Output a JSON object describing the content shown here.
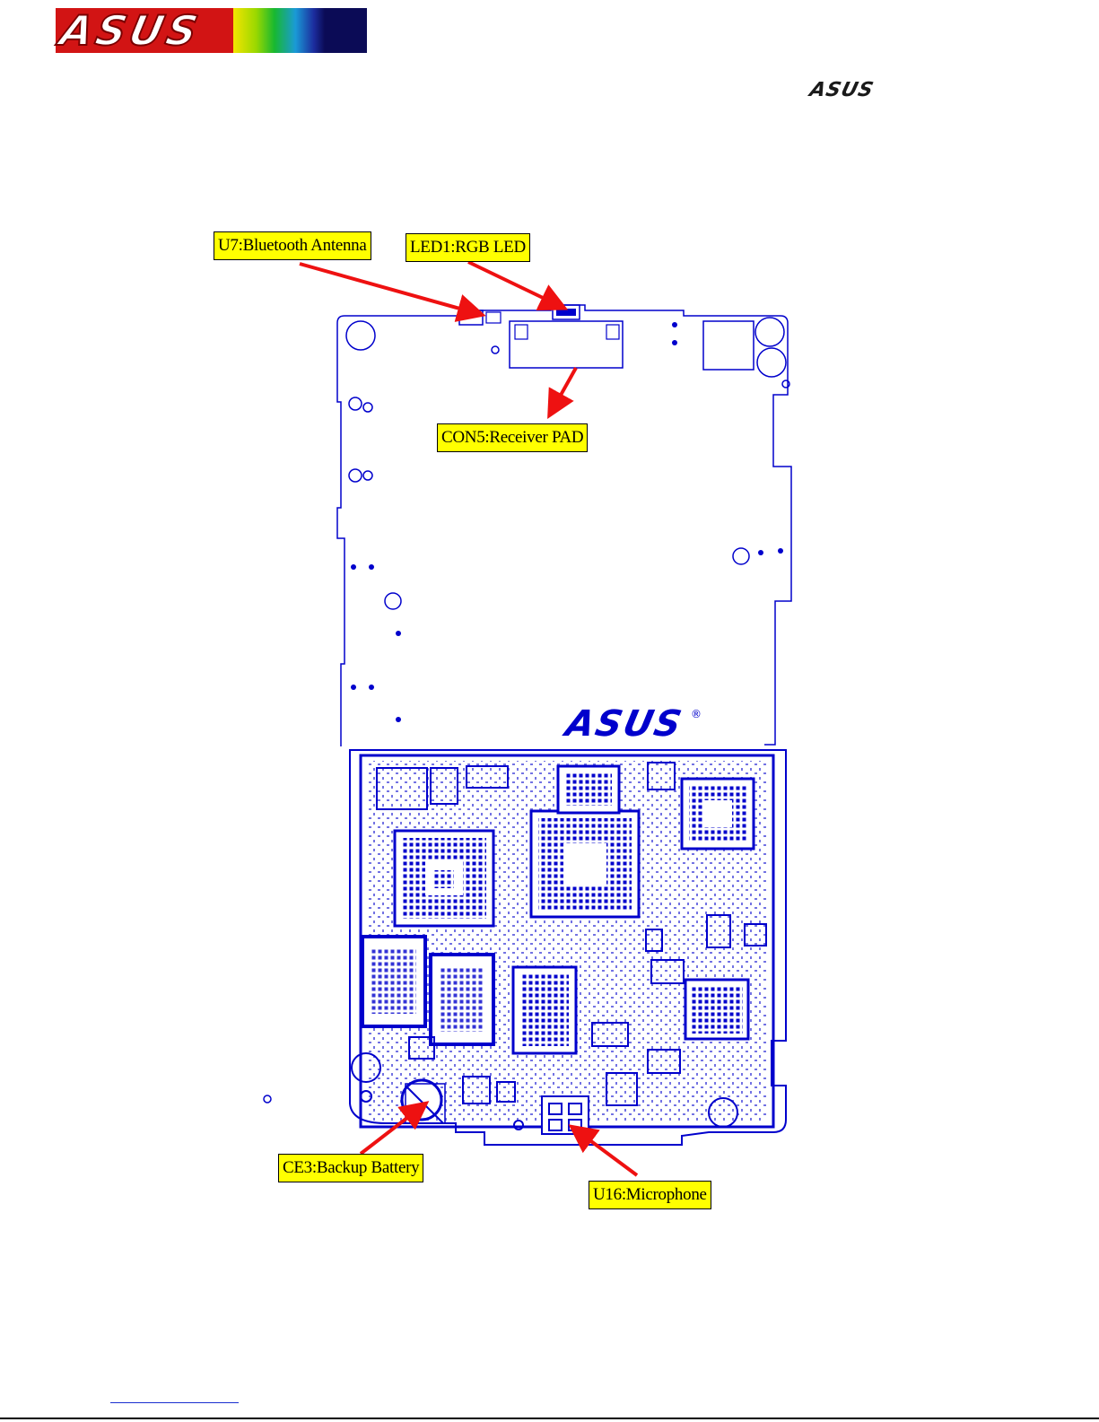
{
  "header": {
    "brand_logo": "ASUS",
    "brand_logo_small": "ASUS"
  },
  "board": {
    "silkscreen_logo": "ASUS",
    "registered_mark": "®"
  },
  "labels": {
    "bluetooth": "U7:Bluetooth Antenna",
    "led": "LED1:RGB LED",
    "receiver": "CON5:Receiver PAD",
    "battery": "CE3:Backup Battery",
    "microphone": "U16:Microphone"
  },
  "colors": {
    "outline": "#0000cc",
    "arrow": "#ee1111",
    "label_bg": "#ffff00"
  }
}
